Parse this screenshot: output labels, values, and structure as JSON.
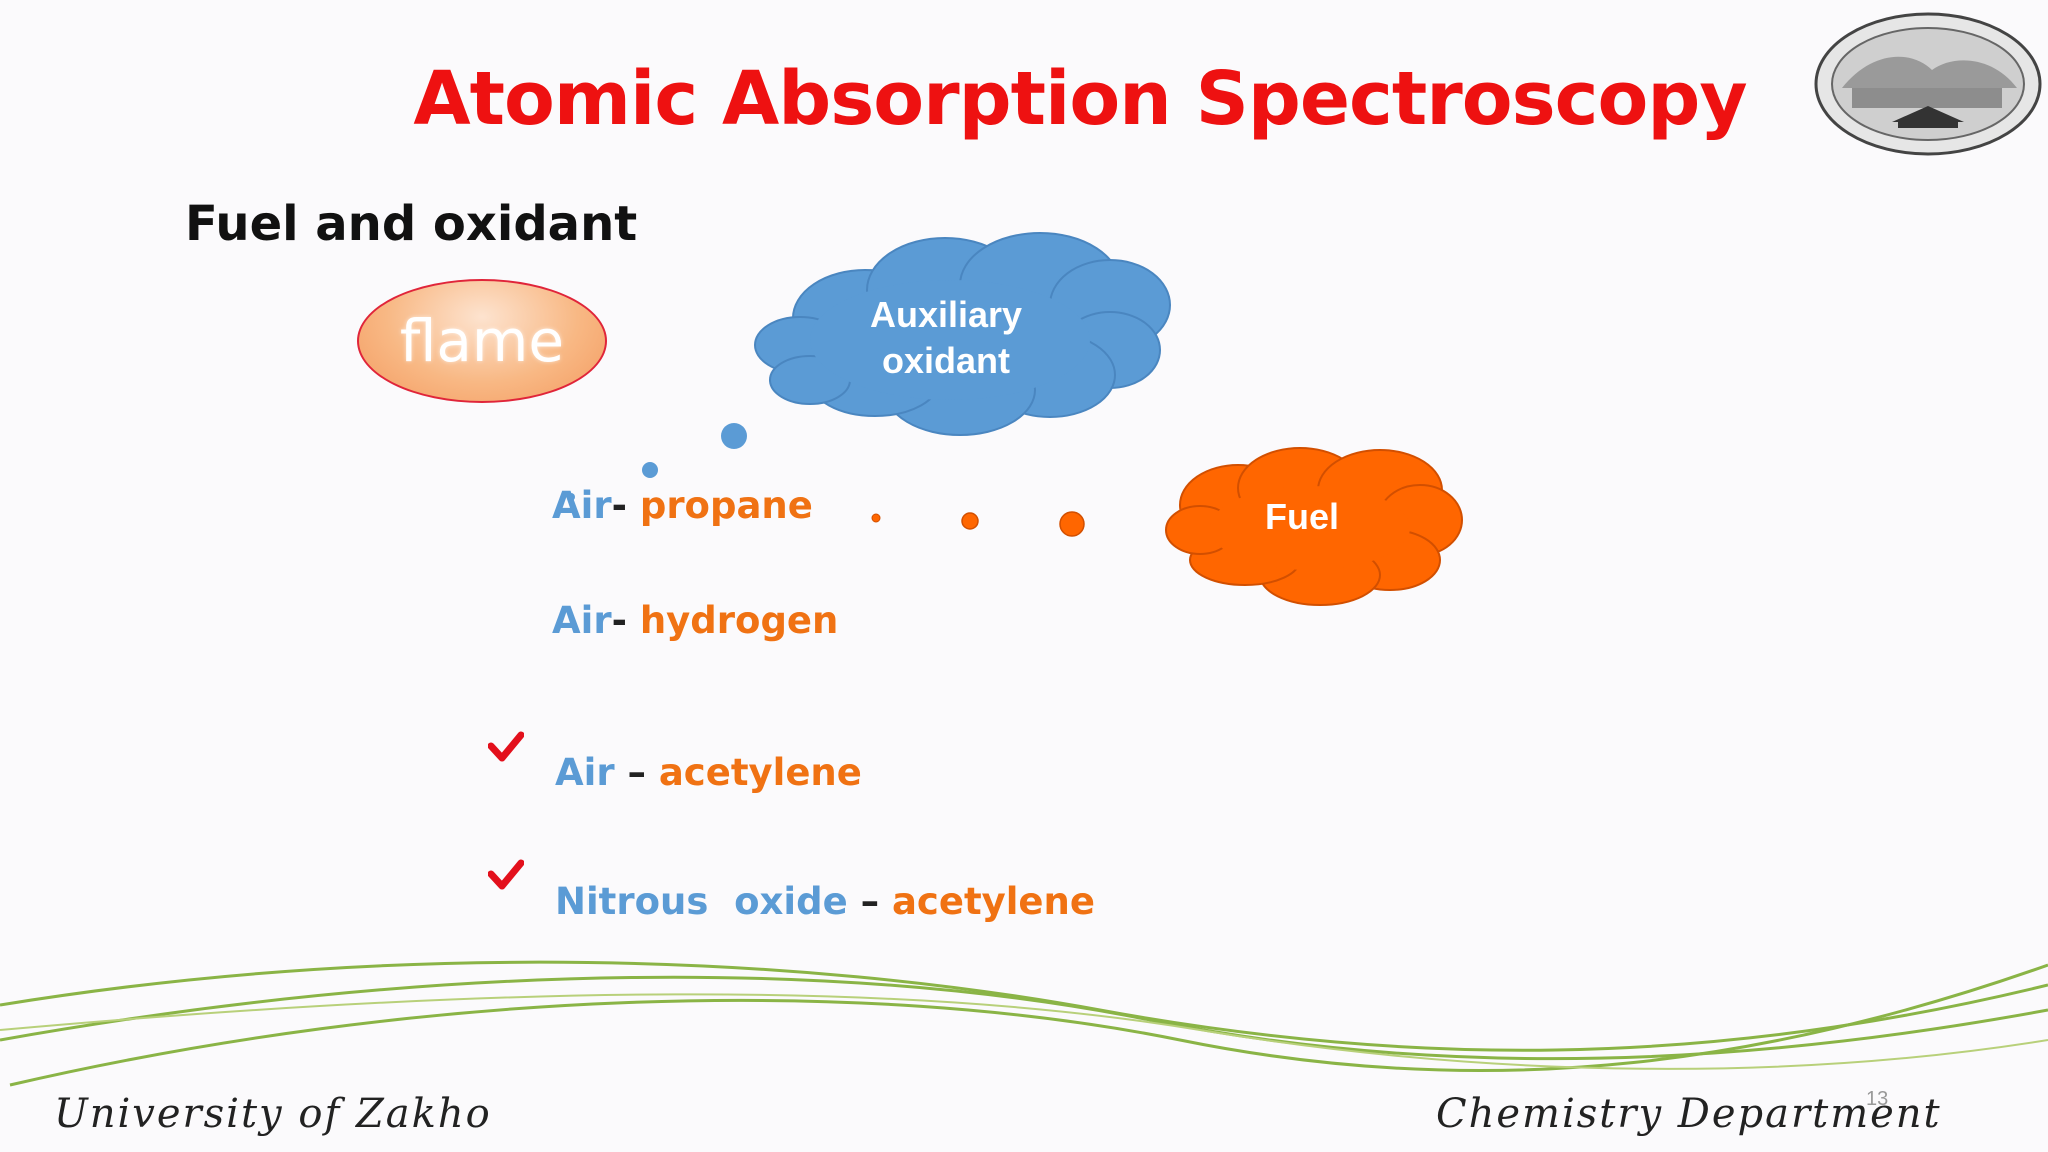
{
  "slide": {
    "title": "Atomic Absorption Spectroscopy",
    "subtitle": "Fuel and oxidant",
    "flame_label": "flame",
    "auxiliary_oxidant_label_1": "Auxiliary",
    "auxiliary_oxidant_label_2": "oxidant",
    "fuel_label": "Fuel",
    "combinations": [
      {
        "oxidant": "Air",
        "sep": "- ",
        "fuel": "propane",
        "checked": false
      },
      {
        "oxidant": "Air",
        "sep": "- ",
        "fuel": "hydrogen",
        "checked": false
      },
      {
        "oxidant": "Air",
        "sep": " – ",
        "fuel": "acetylene",
        "checked": true
      },
      {
        "oxidant": "Nitrous  oxide",
        "sep": " – ",
        "fuel": "acetylene",
        "checked": true
      }
    ],
    "page_number": "13"
  },
  "footer": {
    "left": "University of Zakho",
    "right": "Chemistry Department"
  },
  "colors": {
    "title": "#ee1111",
    "oxidant": "#5b9bd5",
    "fuel": "#f07213",
    "aux_cloud": "#5b9bd5",
    "fuel_cloud": "#ff6600",
    "check": "#e3101c",
    "wave": "#8ab446"
  },
  "icons": {
    "logo": "university-of-zakho-logo",
    "check": "checkmark-icon"
  }
}
